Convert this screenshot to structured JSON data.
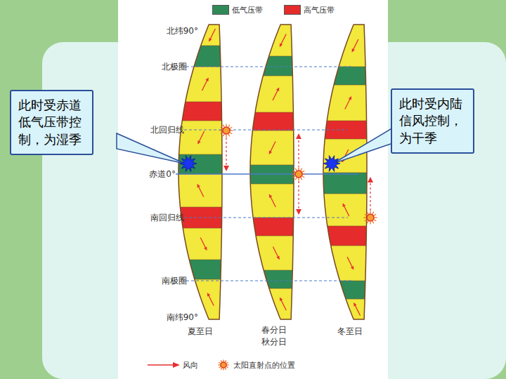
{
  "diagram": {
    "nodes": [
      {
        "text": [
          "此时受赤道低气压带控制，为湿季"
        ]
      },
      {
        "text": [
          "此时受内陆信风控制，为干季"
        ]
      }
    ],
    "labels": [
      "北纬90°",
      "北极圈",
      "北回归线",
      "赤道0°",
      "南回归线",
      "南极圈",
      "南纬90°",
      "夏至日",
      "春分日",
      "秋分日",
      "冬至日"
    ],
    "legend": [
      {
        "text": "低气压带",
        "color": "#2e8b57"
      },
      {
        "text": "高气压带",
        "color": "#e52b2b"
      },
      {
        "text": "风向"
      },
      {
        "text": "太阳直射点的位置"
      }
    ]
  }
}
